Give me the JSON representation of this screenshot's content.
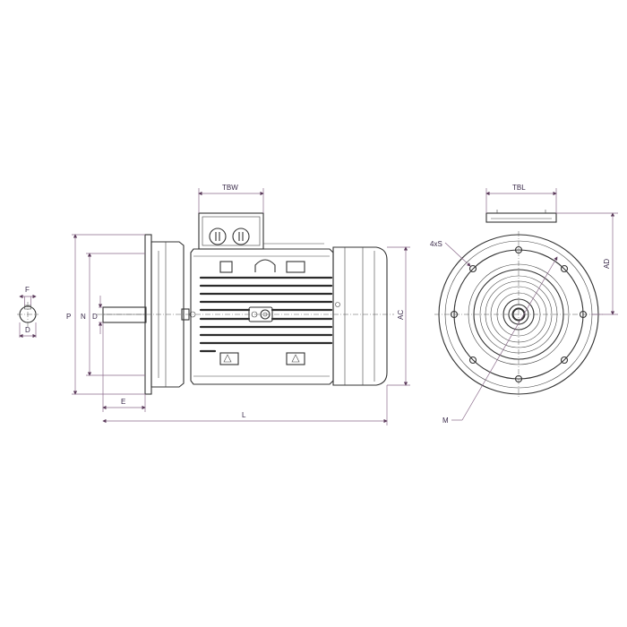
{
  "drawing": {
    "labels": {
      "tbw": "TBW",
      "tbl": "TBL",
      "p": "P",
      "n": "N",
      "d_side": "D",
      "f": "F",
      "d_shaft": "D",
      "e": "E",
      "l": "L",
      "ac": "AC",
      "ad": "AD",
      "holes": "4xS",
      "m": "M"
    },
    "colors": {
      "line": "#333333",
      "dimension": "#8a6a8a",
      "label": "#3a2a4a",
      "background": "#ffffff"
    }
  }
}
